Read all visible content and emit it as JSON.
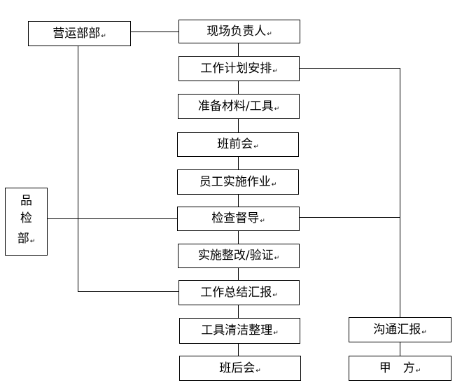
{
  "diagram": {
    "return_mark": "↵",
    "boxes": {
      "marketing": "营运部部",
      "site_manager": "现场负责人",
      "work_plan": "工作计划安排",
      "prepare_materials": "准备材料/工具",
      "pre_shift_meeting": "班前会",
      "staff_implementation": "员工实施作业",
      "inspection_supervision": "检查督导",
      "rectification": "实施整改/验证",
      "work_summary": "工作总结汇报",
      "tool_cleaning": "工具清洁整理",
      "post_shift_meeting": "班后会",
      "communication_report": "沟通汇报",
      "party_a": "甲　方",
      "quality_dept": [
        "品",
        "检",
        "部"
      ]
    }
  }
}
